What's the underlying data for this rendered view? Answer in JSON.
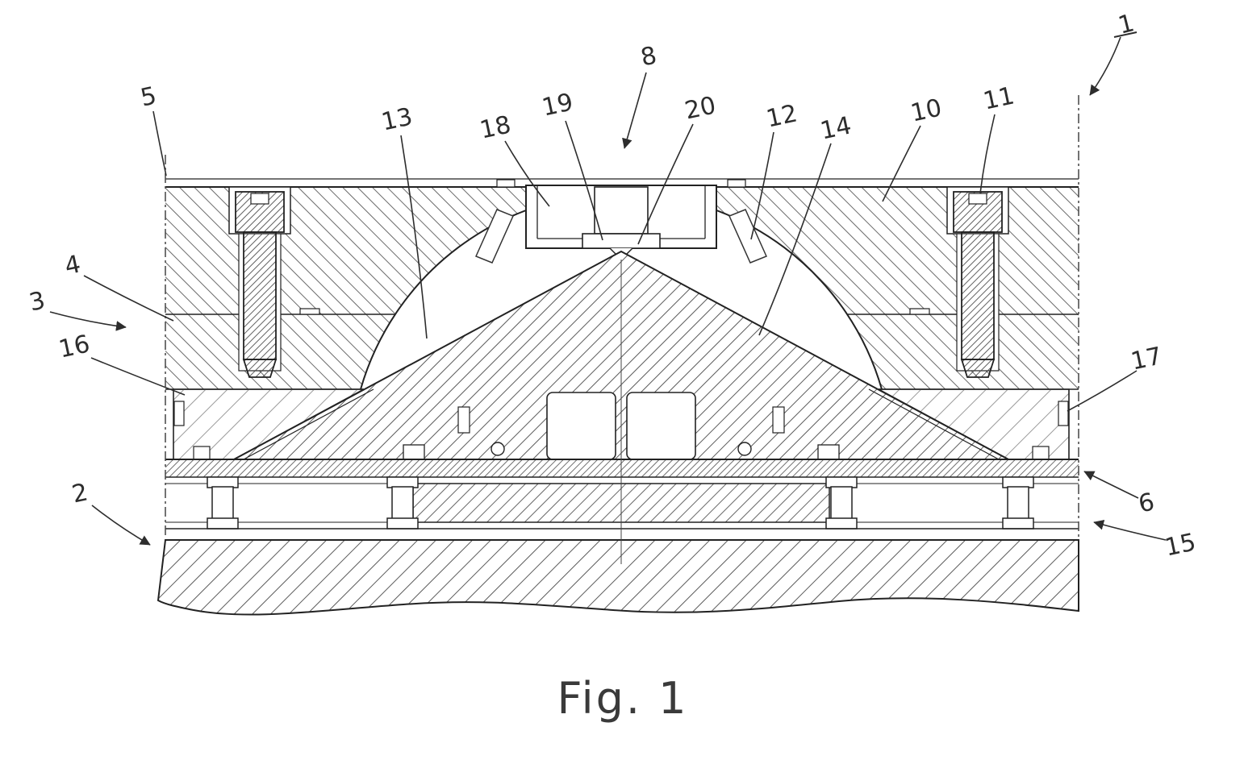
{
  "figure": {
    "caption": "Fig. 1",
    "labels": [
      {
        "ref": "1"
      },
      {
        "ref": "2"
      },
      {
        "ref": "3"
      },
      {
        "ref": "4"
      },
      {
        "ref": "5"
      },
      {
        "ref": "6"
      },
      {
        "ref": "8"
      },
      {
        "ref": "10"
      },
      {
        "ref": "11"
      },
      {
        "ref": "12"
      },
      {
        "ref": "13"
      },
      {
        "ref": "14"
      },
      {
        "ref": "15"
      },
      {
        "ref": "16"
      },
      {
        "ref": "17"
      },
      {
        "ref": "18"
      },
      {
        "ref": "19"
      },
      {
        "ref": "20"
      }
    ],
    "colors": {
      "ink": "#2d2d2d",
      "hatch": "#5a5a5a",
      "caption": "#3a3a3a",
      "background": "#ffffff"
    }
  }
}
